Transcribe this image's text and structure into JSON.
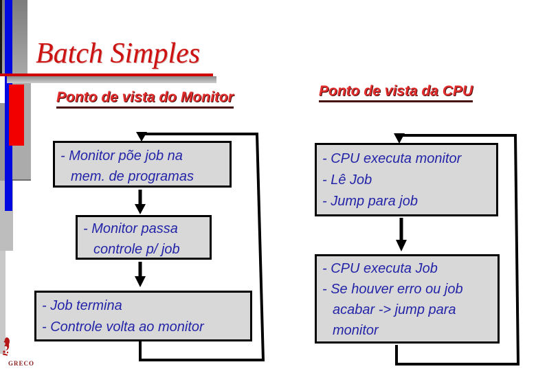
{
  "slide": {
    "title": "Batch Simples",
    "logo_text": "GRECO"
  },
  "monitor": {
    "header": "Ponto de vista do Monitor",
    "box1": {
      "line1": "- Monitor põe job na",
      "line2": "mem. de programas"
    },
    "box2": {
      "line1": "- Monitor passa",
      "line2": "controle p/ job"
    },
    "box3": {
      "line1": "- Job termina",
      "line2": "- Controle volta ao monitor"
    }
  },
  "cpu": {
    "header": "Ponto de vista da CPU",
    "box1": {
      "line1": "- CPU executa monitor",
      "line2": "- Lê Job",
      "line3": "- Jump para job"
    },
    "box2": {
      "line1": "- CPU executa Job",
      "line2": "- Se houver erro ou job",
      "line3": "acabar -> jump para",
      "line4": "monitor"
    }
  },
  "colors": {
    "title_red": "#cd1212",
    "header_red": "#e32d2d",
    "body_blue": "#2424a8",
    "box_fill": "#d8d8d8",
    "box_border": "#000000",
    "blue_bar": "#0009e0",
    "red_bar": "#f20000",
    "title_rule_red": "#cf0000",
    "connector_black": "#000000"
  }
}
